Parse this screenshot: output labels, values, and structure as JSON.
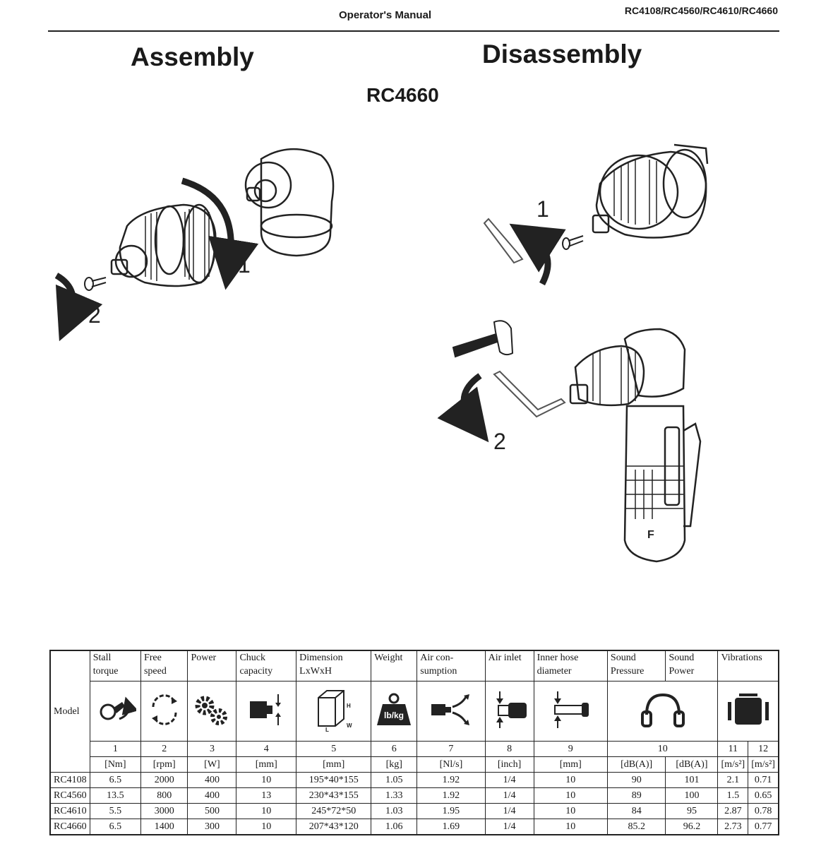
{
  "header": {
    "left": "Operator's Manual",
    "right": "RC4108/RC4560/RC4610/RC4660"
  },
  "sections": {
    "assembly": "Assembly",
    "disassembly": "Disassembly",
    "model": "RC4660"
  },
  "figure": {
    "assembly_steps": [
      "1",
      "2"
    ],
    "disassembly_steps": [
      "1",
      "2"
    ],
    "hammer_text": "lb/kg",
    "tool_label": "F"
  },
  "table": {
    "model_label": "Model",
    "columns": [
      {
        "label": "Stall torque",
        "num": "1",
        "unit": "[Nm]",
        "icon": "torque-icon"
      },
      {
        "label": "Free speed",
        "num": "2",
        "unit": "[rpm]",
        "icon": "rotation-icon"
      },
      {
        "label": "Power",
        "num": "3",
        "unit": "[W]",
        "icon": "gears-icon"
      },
      {
        "label": "Chuck capacity",
        "num": "4",
        "unit": "[mm]",
        "icon": "chuck-icon"
      },
      {
        "label": "Dimension LxWxH",
        "num": "5",
        "unit": "[mm]",
        "icon": "box-icon"
      },
      {
        "label": "Weight",
        "num": "6",
        "unit": "[kg]",
        "icon": "weight-icon"
      },
      {
        "label": "Air con-sumption",
        "num": "7",
        "unit": "[Nl/s]",
        "icon": "air-flow-icon"
      },
      {
        "label": "Air inlet",
        "num": "8",
        "unit": "[inch]",
        "icon": "air-inlet-icon"
      },
      {
        "label": "Inner hose diameter",
        "num": "9",
        "unit": "[mm]",
        "icon": "hose-icon"
      },
      {
        "label": "Sound Pressure",
        "unit": "[dB(A)]"
      },
      {
        "label": "Sound Power",
        "unit": "[dB(A)]"
      },
      {
        "label": "Vibrations",
        "units": [
          "[m/s²]",
          "[m/s²]"
        ]
      }
    ],
    "sound_num": "10",
    "vib_nums": [
      "11",
      "12"
    ],
    "rows": [
      [
        "RC4108",
        "6.5",
        "2000",
        "400",
        "10",
        "195*40*155",
        "1.05",
        "1.92",
        "1/4",
        "10",
        "90",
        "101",
        "2.1",
        "0.71"
      ],
      [
        "RC4560",
        "13.5",
        "800",
        "400",
        "13",
        "230*43*155",
        "1.33",
        "1.92",
        "1/4",
        "10",
        "89",
        "100",
        "1.5",
        "0.65"
      ],
      [
        "RC4610",
        "5.5",
        "3000",
        "500",
        "10",
        "245*72*50",
        "1.03",
        "1.95",
        "1/4",
        "10",
        "84",
        "95",
        "2.87",
        "0.78"
      ],
      [
        "RC4660",
        "6.5",
        "1400",
        "300",
        "10",
        "207*43*120",
        "1.06",
        "1.69",
        "1/4",
        "10",
        "85.2",
        "96.2",
        "2.73",
        "0.77"
      ]
    ]
  }
}
